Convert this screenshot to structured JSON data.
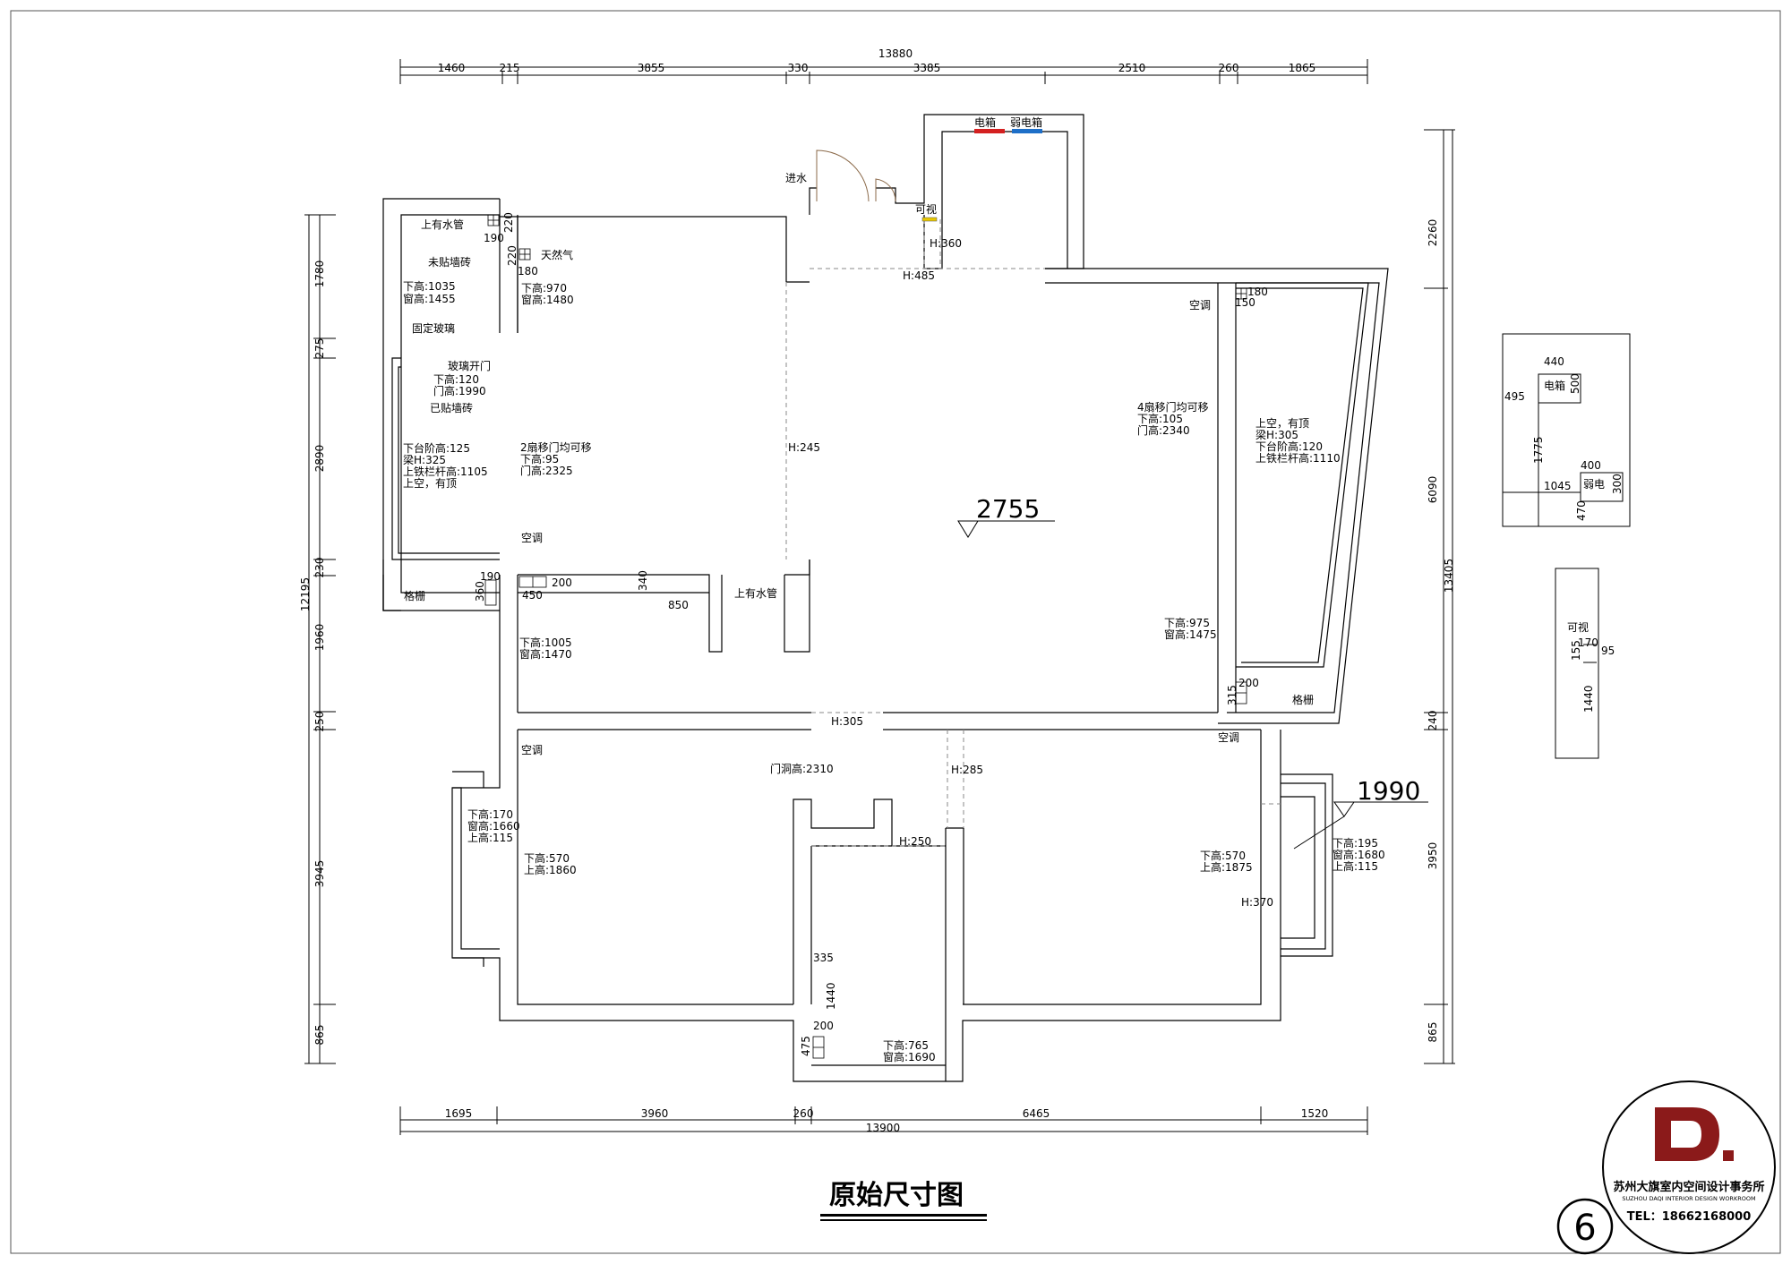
{
  "title": "原始尺寸图",
  "page_number": "6",
  "logo": {
    "company_cn": "苏州大旗室内空间设计事务所",
    "company_en": "SUZHOU DAQI INTERIOR DESIGN WORKROOM",
    "tel": "TEL：18662168000"
  },
  "dims_top": {
    "total": "13880",
    "segments": [
      "1460",
      "215",
      "3855",
      "330",
      "3385",
      "2510",
      "260",
      "1865"
    ]
  },
  "dims_bottom": {
    "total": "13900",
    "segments": [
      "1695",
      "3960",
      "260",
      "6465",
      "1520"
    ]
  },
  "dims_left": {
    "total": "12195",
    "segments": [
      "1780",
      "275",
      "2890",
      "230",
      "1960",
      "250",
      "3945",
      "865"
    ]
  },
  "dims_right": {
    "total": "13405",
    "segments": [
      "2260",
      "6090",
      "240",
      "3950",
      "865"
    ]
  },
  "elevations": {
    "main": "2755",
    "secondary": "1990"
  },
  "labels": {
    "water_in": "进水",
    "elec_box": "电箱",
    "weak_box": "弱电箱",
    "intercom": "可视",
    "h360": "H:360",
    "h485": "H:485",
    "h245": "H:245",
    "h305": "H:305",
    "h285": "H:285",
    "h250": "H:250",
    "h370": "H:370",
    "pipe_top": "上有水管",
    "pipe_mid": "上有水管",
    "no_tile": "未贴墙砖",
    "tiled": "已贴墙砖",
    "gas": "天然气",
    "fixed_glass": "固定玻璃",
    "glass_door": "玻璃开门",
    "ac1": "空调",
    "ac2": "空调",
    "ac3": "空调",
    "ac4": "空调",
    "grille1": "格栅",
    "grille2": "格栅",
    "door_hole": "门洞高:2310",
    "sliding2": "2扇移门均可移",
    "sliding4": "4扇移门均可移"
  },
  "notes": {
    "kitchen_l1": "下高:1035",
    "kitchen_l2": "窗高:1455",
    "k2_l1": "下高:970",
    "k2_l2": "窗高:1480",
    "gd_l1": "下高:120",
    "gd_l2": "门高:1990",
    "bal_l1": "下台阶高:125",
    "bal_l2": "梁H:325",
    "bal_l3": "上铁栏杆高:1105",
    "bal_l4": "上空，有顶",
    "s2_l1": "下高:95",
    "s2_l2": "门高:2325",
    "bath_l1": "下高:1005",
    "bath_l2": "窗高:1470",
    "s4_l1": "下高:105",
    "s4_l2": "门高:2340",
    "rb_l1": "上空，有顶",
    "rb_l2": "梁H:305",
    "rb_l3": "下台阶高:120",
    "rb_l4": "上铁栏杆高:1110",
    "lw_l1": "下高:975",
    "lw_l2": "窗高:1475",
    "bw_l1": "下高:170",
    "bw_l2": "窗高:1660",
    "bw_l3": "上高:115",
    "bl_l1": "下高:570",
    "bl_l2": "上高:1860",
    "br_l1": "下高:570",
    "br_l2": "上高:1875",
    "bro_l1": "下高:195",
    "bro_l2": "窗高:1680",
    "bro_l3": "上高:115",
    "bb_l1": "下高:765",
    "bb_l2": "窗高:1690"
  },
  "small_dims": {
    "d190a": "190",
    "d220": "220",
    "d220b": "220",
    "d180a": "180",
    "d180b": "180",
    "d150": "150",
    "d190b": "190",
    "d360": "360",
    "d450": "450",
    "d200a": "200",
    "d340": "340",
    "d850": "850",
    "d315": "315",
    "d200b": "200",
    "d335": "335",
    "d1440a": "1440",
    "d200c": "200",
    "d475": "475"
  },
  "inset1": {
    "d440": "440",
    "d500": "500",
    "d495": "495",
    "elec": "电箱",
    "d1775": "1775",
    "d400": "400",
    "d1045": "1045",
    "weak": "弱电",
    "d300": "300",
    "d470": "470"
  },
  "inset2": {
    "label": "可视",
    "d170": "170",
    "d155": "155",
    "d95": "95",
    "d1440": "1440"
  },
  "colors": {
    "elec": "#d42020",
    "weak": "#1e6fc8",
    "logo": "#8b1a1a",
    "logo_blue": "#1a3a8f"
  }
}
